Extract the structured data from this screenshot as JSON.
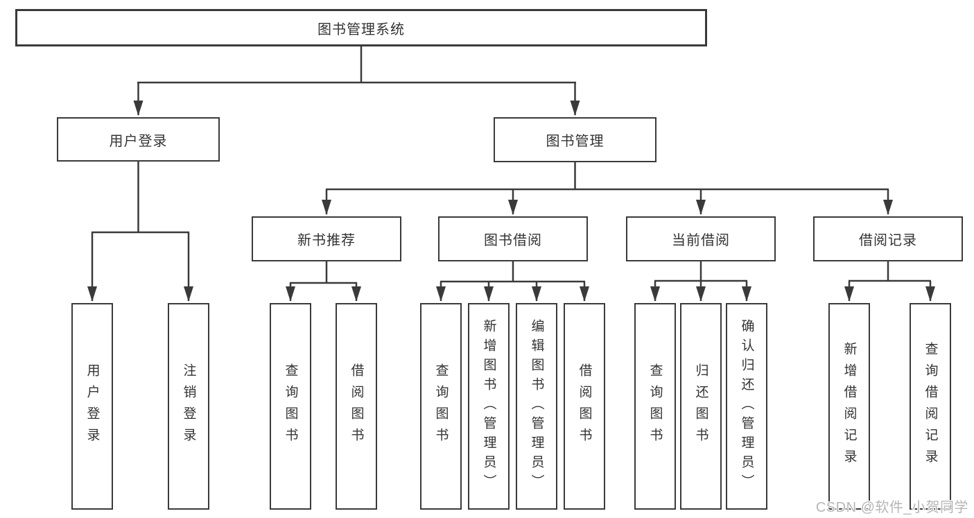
{
  "diagram": {
    "root": {
      "label": "图书管理系统"
    },
    "branches": [
      {
        "label": "用户登录",
        "leaves": [
          {
            "label": "用户登录"
          },
          {
            "label": "注销登录"
          }
        ]
      },
      {
        "label": "图书管理",
        "groups": [
          {
            "label": "新书推荐",
            "leaves": [
              {
                "label": "查询图书"
              },
              {
                "label": "借阅图书"
              }
            ]
          },
          {
            "label": "图书借阅",
            "leaves": [
              {
                "label": "查询图书"
              },
              {
                "label": "新增图书（管理员）"
              },
              {
                "label": "编辑图书（管理员）"
              },
              {
                "label": "借阅图书"
              }
            ]
          },
          {
            "label": "当前借阅",
            "leaves": [
              {
                "label": "查询图书"
              },
              {
                "label": "归还图书"
              },
              {
                "label": "确认归还（管理员）"
              }
            ]
          },
          {
            "label": "借阅记录",
            "leaves": [
              {
                "label": "新增借阅记录"
              },
              {
                "label": "查询借阅记录"
              }
            ]
          }
        ]
      }
    ],
    "watermark": "CSDN @软件_小贺同学",
    "colors": {
      "line": "#3a3a3a",
      "border": "#3a3a3a",
      "text": "#333333",
      "watermark": "#b6b6b6",
      "background": "#ffffff"
    }
  }
}
